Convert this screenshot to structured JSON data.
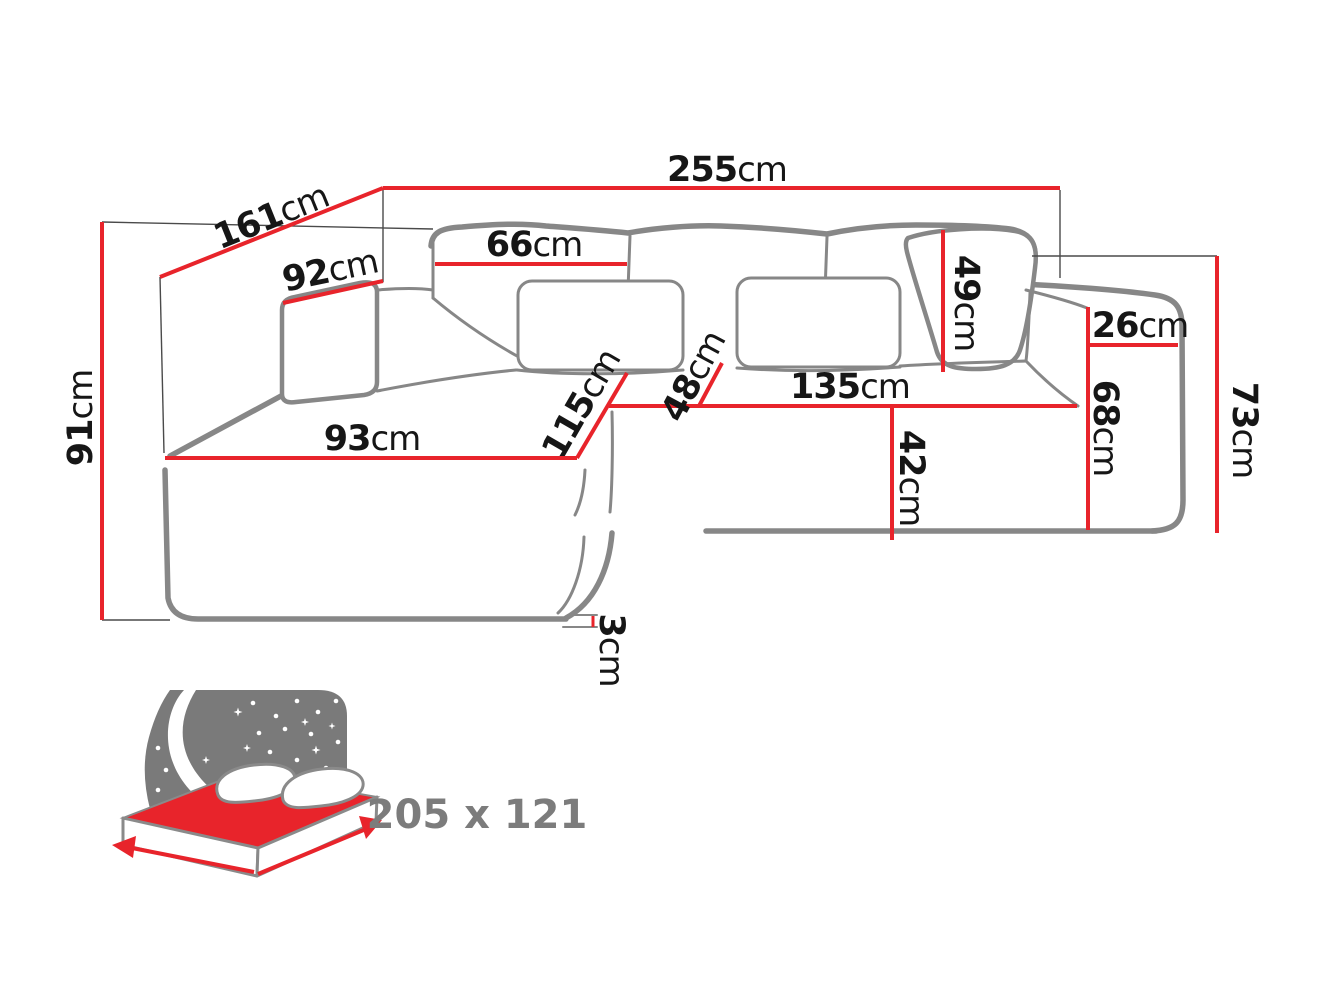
{
  "diagram_type": "corner-sofa-dimension-drawing",
  "colors": {
    "dimension_line": "#e8242b",
    "sketch_outline": "#878787",
    "label_text": "#161616",
    "sleeping_area_text": "#7c7c7c"
  },
  "dimensions": {
    "back_width": {
      "value": "255",
      "unit": "cm"
    },
    "total_depth": {
      "value": "161",
      "unit": "cm"
    },
    "arm_back_depth": {
      "value": "92",
      "unit": "cm"
    },
    "back_cushion_width": {
      "value": "66",
      "unit": "cm"
    },
    "back_cushion_height": {
      "value": "49",
      "unit": "cm"
    },
    "armrest_top_width": {
      "value": "26",
      "unit": "cm"
    },
    "armrest_height": {
      "value": "68",
      "unit": "cm"
    },
    "right_side_height": {
      "value": "73",
      "unit": "cm"
    },
    "seat_width": {
      "value": "135",
      "unit": "cm"
    },
    "seat_front_height": {
      "value": "42",
      "unit": "cm"
    },
    "chaise_seat_depth": {
      "value": "115",
      "unit": "cm"
    },
    "seat_depth": {
      "value": "48",
      "unit": "cm"
    },
    "chaise_length": {
      "value": "93",
      "unit": "cm"
    },
    "total_height": {
      "value": "91",
      "unit": "cm"
    },
    "leg_height": {
      "value": "3",
      "unit": "cm"
    }
  },
  "sleeping_area": {
    "label": "205 x 121"
  }
}
